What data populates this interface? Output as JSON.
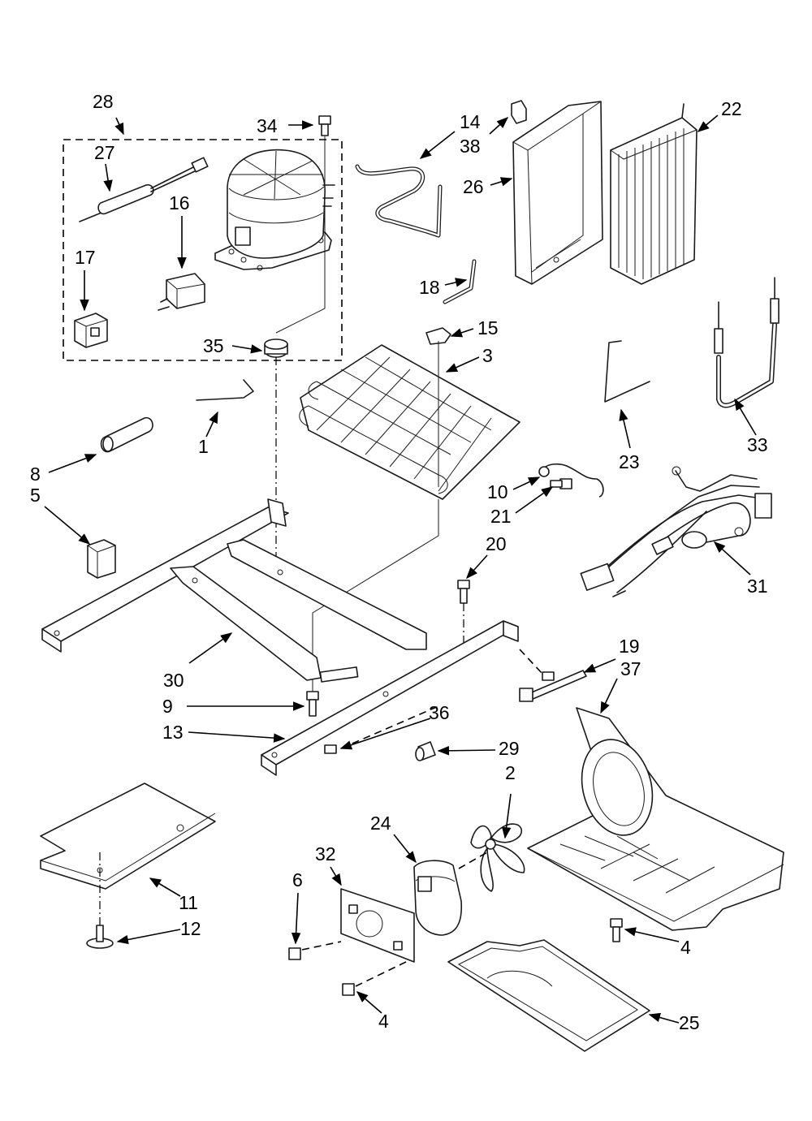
{
  "callouts": [
    {
      "id": "c28",
      "label": "28"
    },
    {
      "id": "c27",
      "label": "27"
    },
    {
      "id": "c34",
      "label": "34"
    },
    {
      "id": "c16",
      "label": "16"
    },
    {
      "id": "c17",
      "label": "17"
    },
    {
      "id": "c35",
      "label": "35"
    },
    {
      "id": "c14",
      "label": "14"
    },
    {
      "id": "c38",
      "label": "38"
    },
    {
      "id": "c26",
      "label": "26"
    },
    {
      "id": "c22",
      "label": "22"
    },
    {
      "id": "c18",
      "label": "18"
    },
    {
      "id": "c15",
      "label": "15"
    },
    {
      "id": "c3",
      "label": "3"
    },
    {
      "id": "c1",
      "label": "1"
    },
    {
      "id": "c8",
      "label": "8"
    },
    {
      "id": "c5",
      "label": "5"
    },
    {
      "id": "c23",
      "label": "23"
    },
    {
      "id": "c33",
      "label": "33"
    },
    {
      "id": "c10",
      "label": "10"
    },
    {
      "id": "c21",
      "label": "21"
    },
    {
      "id": "c20",
      "label": "20"
    },
    {
      "id": "c31",
      "label": "31"
    },
    {
      "id": "c30",
      "label": "30"
    },
    {
      "id": "c9",
      "label": "9"
    },
    {
      "id": "c19",
      "label": "19"
    },
    {
      "id": "c37",
      "label": "37"
    },
    {
      "id": "c36",
      "label": "36"
    },
    {
      "id": "c13",
      "label": "13"
    },
    {
      "id": "c29",
      "label": "29"
    },
    {
      "id": "c2",
      "label": "2"
    },
    {
      "id": "c24",
      "label": "24"
    },
    {
      "id": "c32",
      "label": "32"
    },
    {
      "id": "c6",
      "label": "6"
    },
    {
      "id": "c11",
      "label": "11"
    },
    {
      "id": "c12",
      "label": "12"
    },
    {
      "id": "c4a",
      "label": "4"
    },
    {
      "id": "c4b",
      "label": "4"
    },
    {
      "id": "c25",
      "label": "25"
    }
  ]
}
